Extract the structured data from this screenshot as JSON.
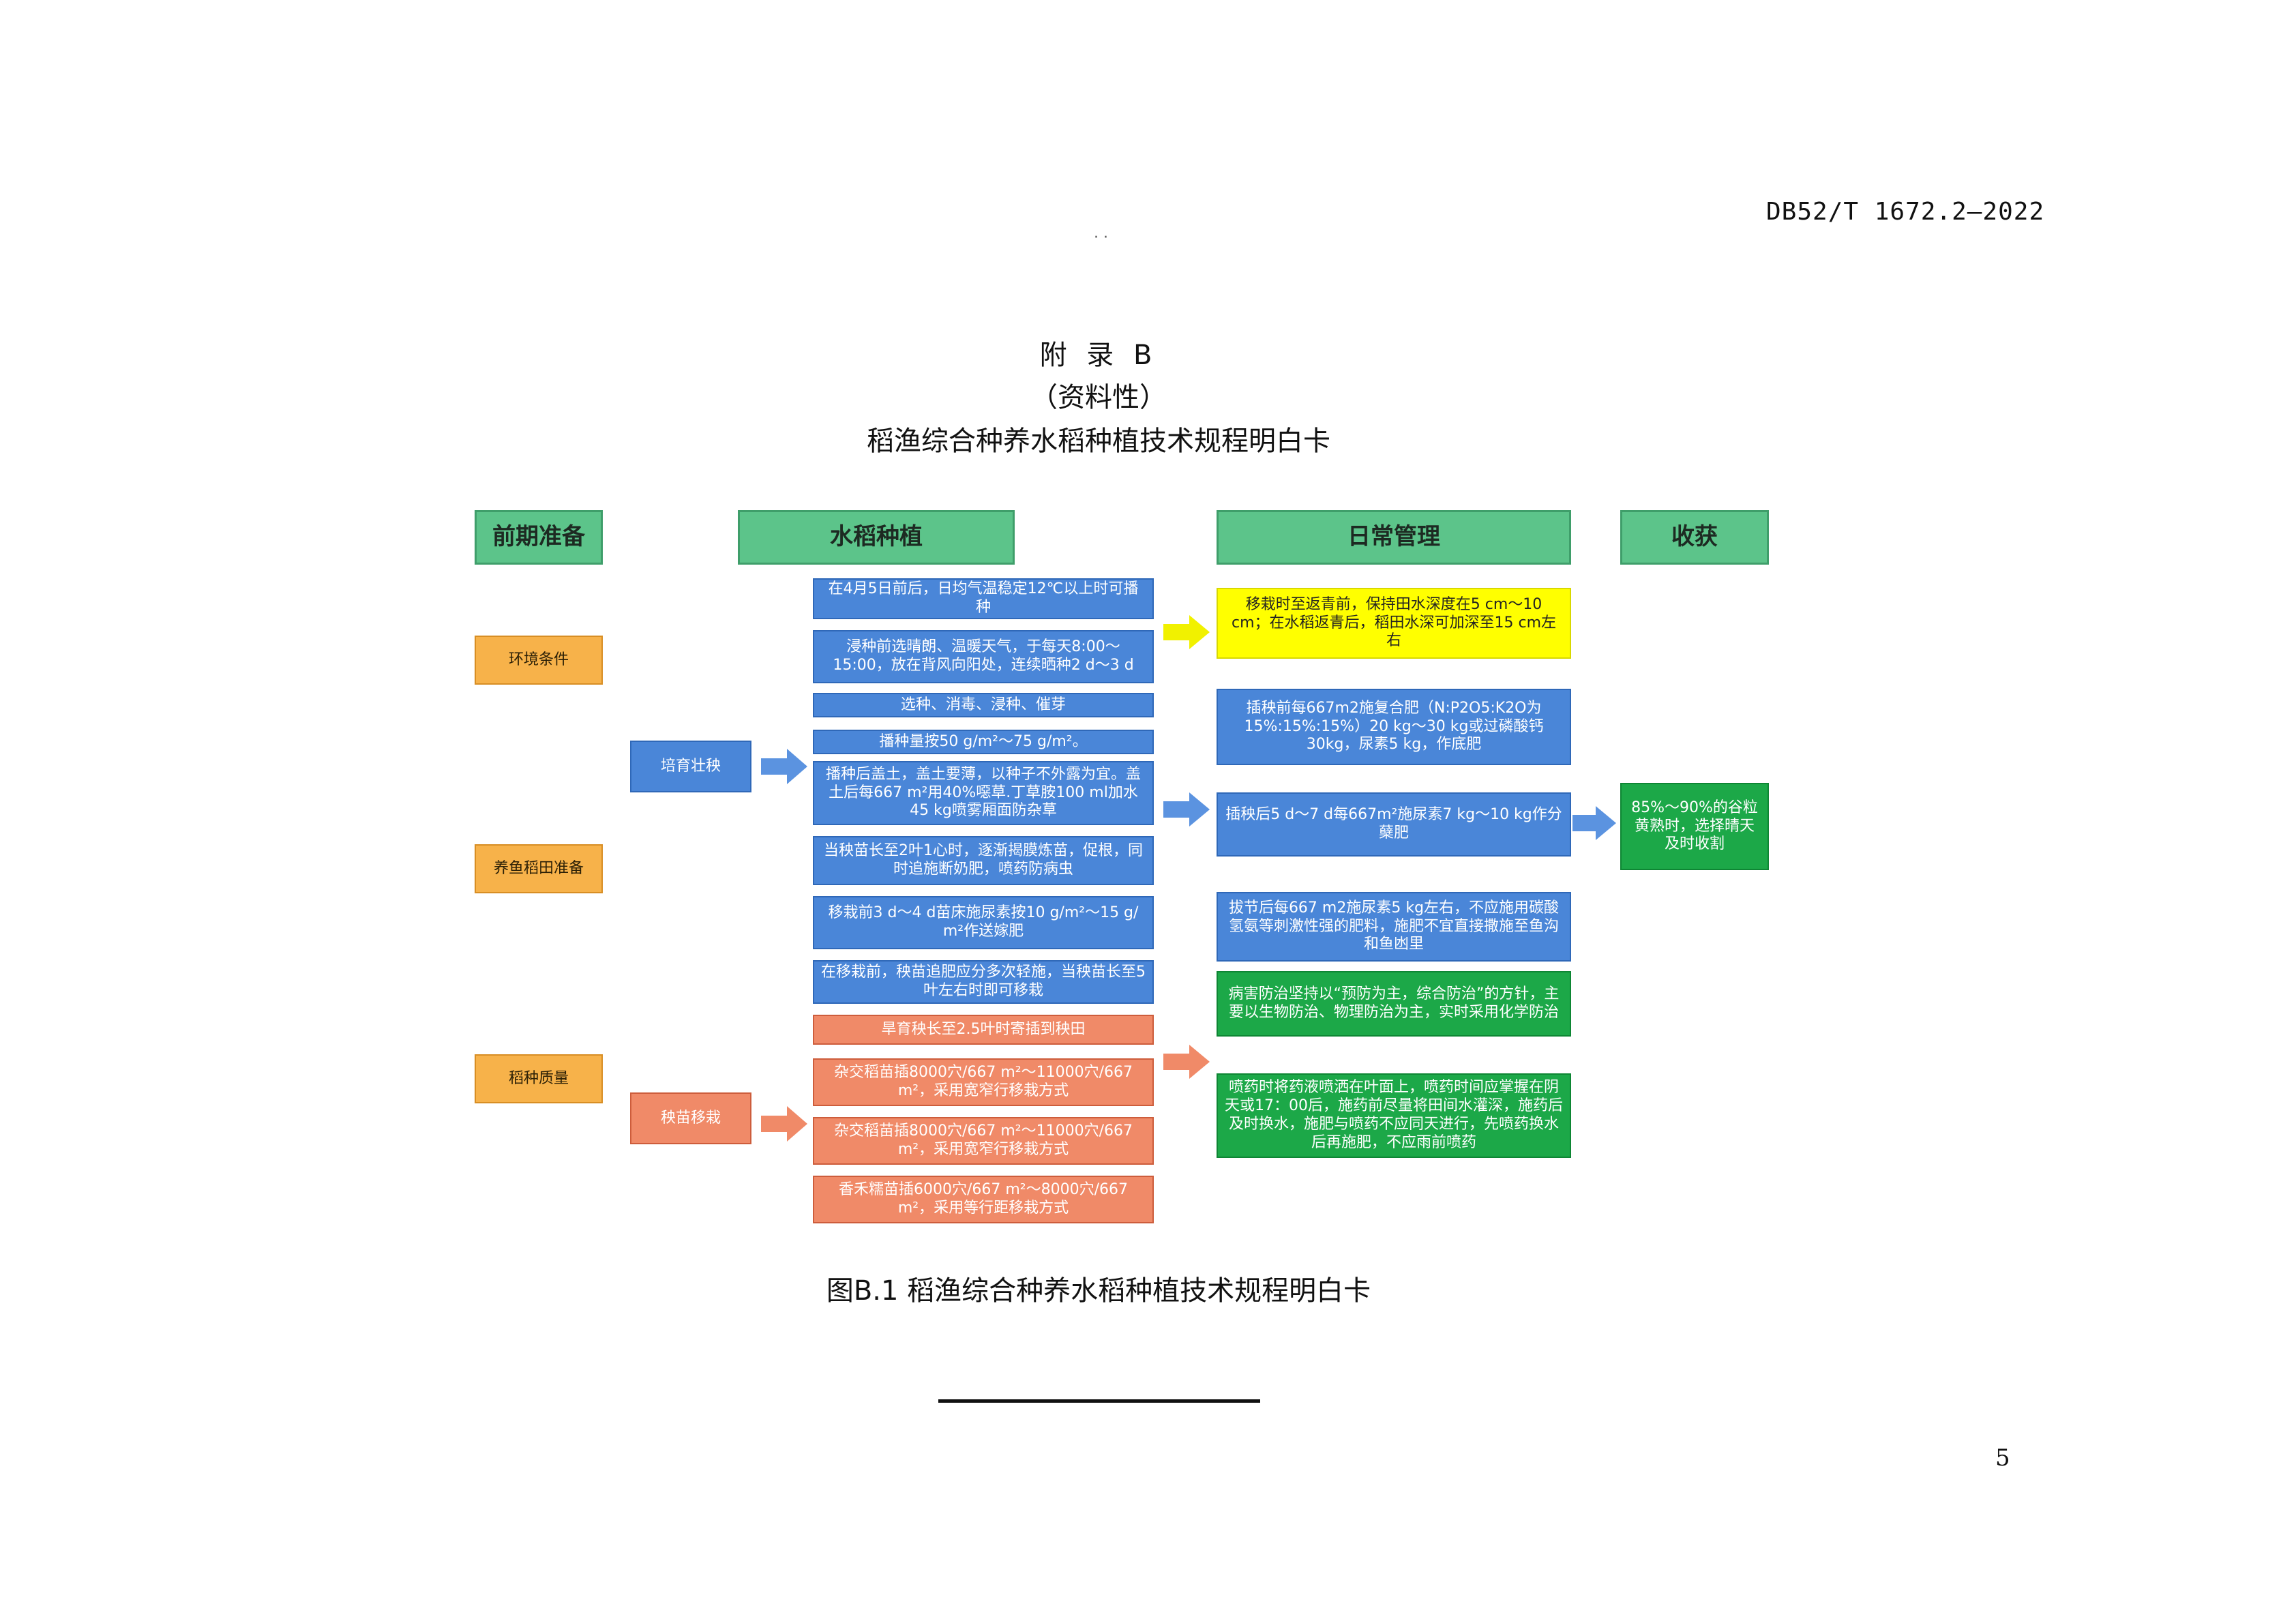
{
  "header": {
    "doc_code": "DB52/T 1672.2—2022",
    "dots": "· ·"
  },
  "appendix": {
    "label": "附 录 B",
    "nature": "（资料性）",
    "title": "稻渔综合种养水稻种植技术规程明白卡"
  },
  "flowchart": {
    "headers": [
      "前期准备",
      "水稻种植",
      "日常管理",
      "收获"
    ],
    "prep_items": [
      "环境条件",
      "养鱼稻田准备",
      "稻种质量"
    ],
    "stage_labels": [
      "培育壮秧",
      "秧苗移栽"
    ],
    "planting_blue": [
      "在4月5日前后，日均气温稳定12℃以上时可播种",
      "浸种前选晴朗、温暖天气，于每天8:00～15:00，放在背风向阳处，连续晒种2 d～3 d",
      "选种、消毒、浸种、催芽",
      "播种量按50 g/m²～75 g/m²。",
      "播种后盖土，盖土要薄，以种子不外露为宜。盖土后每667 m²用40%噁草.丁草胺100 ml加水45 kg喷雾厢面防杂草",
      "当秧苗长至2叶1心时，逐渐揭膜炼苗，促根，同时追施断奶肥，喷药防病虫",
      "移栽前3 d～4 d苗床施尿素按10 g/m²～15 g/ m²作送嫁肥",
      "在移栽前，秧苗追肥应分多次轻施，当秧苗长至5叶左右时即可移栽"
    ],
    "planting_salmon": [
      "旱育秧长至2.5叶时寄插到秧田",
      "杂交稻苗插8000穴/667 m²～11000穴/667 m²，采用宽窄行移栽方式",
      "杂交稻苗插8000穴/667 m²～11000穴/667 m²，采用宽窄行移栽方式",
      "香禾糯苗插6000穴/667 m²～8000穴/667 m²，采用等行距移栽方式"
    ],
    "management": [
      "移栽时至返青前，保持田水深度在5 cm～10 cm；在水稻返青后，稻田水深可加深至15 cm左右",
      "插秧前每667m2施复合肥（N:P2O5:K2O为15%:15%:15%）20 kg～30 kg或过磷酸钙30kg，尿素5 kg，作底肥",
      "插秧后5 d～7 d每667m²施尿素7 kg～10 kg作分蘖肥",
      "拔节后每667 m2施尿素5 kg左右，不应施用碳酸氢氨等刺激性强的肥料，施肥不宜直接撒施至鱼沟和鱼凼里",
      "病害防治坚持以“预防为主，综合防治”的方针，主要以生物防治、物理防治为主，实时采用化学防治",
      "喷药时将药液喷洒在叶面上，喷药时间应掌握在阴天或17：00后，施药前尽量将田间水灌深，施药后及时换水，施肥与喷药不应同天进行，先喷药换水后再施肥，不应雨前喷药"
    ],
    "harvest": "85%～90%的谷粒黄熟时，选择晴天及时收割",
    "colors": {
      "header_green": "#5cc48a",
      "prep_orange": "#f7b24a",
      "blue": "#4a86d8",
      "salmon": "#f08a68",
      "yellow": "#ffff00",
      "green": "#1ca848"
    }
  },
  "caption": "图B.1 稻渔综合种养水稻种植技术规程明白卡",
  "page_number": "5"
}
